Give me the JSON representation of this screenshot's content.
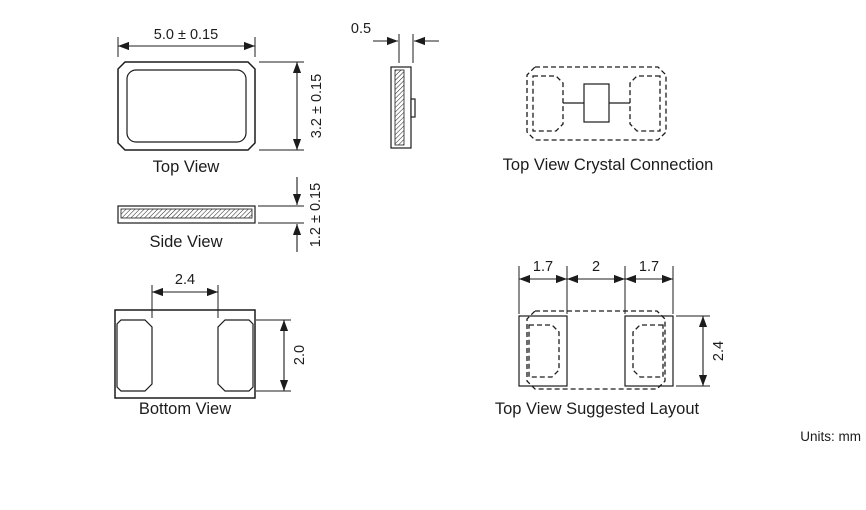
{
  "colors": {
    "line": "#1c1c1c",
    "background": "#ffffff"
  },
  "units_label": "Units: mm",
  "top_view": {
    "label": "Top View",
    "width_dim": "5.0 ± 0.15",
    "height_dim": "3.2 ± 0.15"
  },
  "end_view": {
    "thickness_dim": "0.5"
  },
  "crystal_connection": {
    "label": "Top View Crystal Connection"
  },
  "side_view": {
    "label": "Side View",
    "height_dim": "1.2 ± 0.15"
  },
  "bottom_view": {
    "label": "Bottom View",
    "pad_span_dim": "2.4",
    "pad_height_dim": "2.0"
  },
  "suggested_layout": {
    "label": "Top View Suggested Layout",
    "left_pad_width_dim": "1.7",
    "pad_gap_dim": "2",
    "right_pad_width_dim": "1.7",
    "pad_height_dim": "2.4"
  }
}
